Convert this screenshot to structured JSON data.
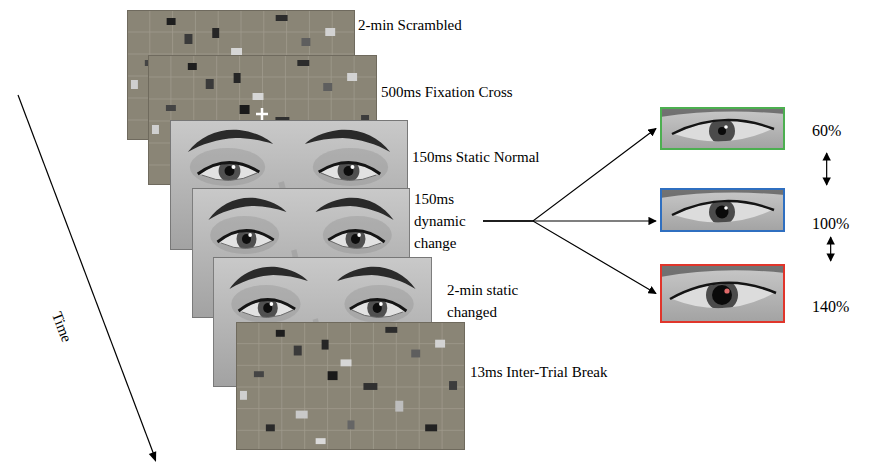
{
  "diagram": {
    "nodes": [
      {
        "text": [
          "2-min Scrambled"
        ]
      },
      {
        "text": [
          "500ms Fixation Cross"
        ]
      },
      {
        "text": [
          "150ms Static Normal"
        ]
      },
      {
        "text": [
          "150ms dynamic change"
        ]
      },
      {
        "text": [
          "2-min static changed"
        ]
      },
      {
        "text": [
          "13ms Inter-Trial Break"
        ]
      },
      {
        "text": [
          "60%"
        ]
      },
      {
        "text": [
          "100%"
        ]
      },
      {
        "text": [
          "140%"
        ]
      }
    ],
    "edges": [
      {
        "from": 3,
        "to": 6,
        "arrow": "to"
      },
      {
        "from": 3,
        "to": 7,
        "arrow": "to"
      },
      {
        "from": 3,
        "to": 8,
        "arrow": "to"
      },
      {
        "from": 6,
        "to": 7,
        "arrow": "both"
      },
      {
        "from": 7,
        "to": 8,
        "arrow": "both"
      }
    ],
    "labels": [
      "Time"
    ]
  }
}
